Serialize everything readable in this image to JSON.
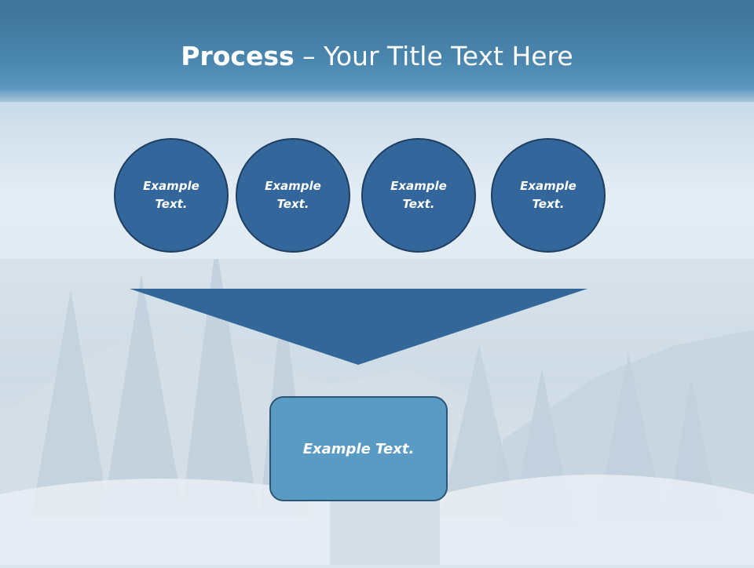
{
  "slide": {
    "title_bold": "Process",
    "title_rest": " – Your Title Text Here"
  },
  "steps": [
    {
      "label": "Example Text."
    },
    {
      "label": "Example Text."
    },
    {
      "label": "Example Text."
    },
    {
      "label": "Example Text."
    }
  ],
  "result": {
    "label": "Example Text."
  },
  "colors": {
    "circle_fill": "#33669a",
    "funnel_fill": "#336699",
    "result_fill": "#5a9bc4",
    "title_band": "#4a86ae"
  }
}
